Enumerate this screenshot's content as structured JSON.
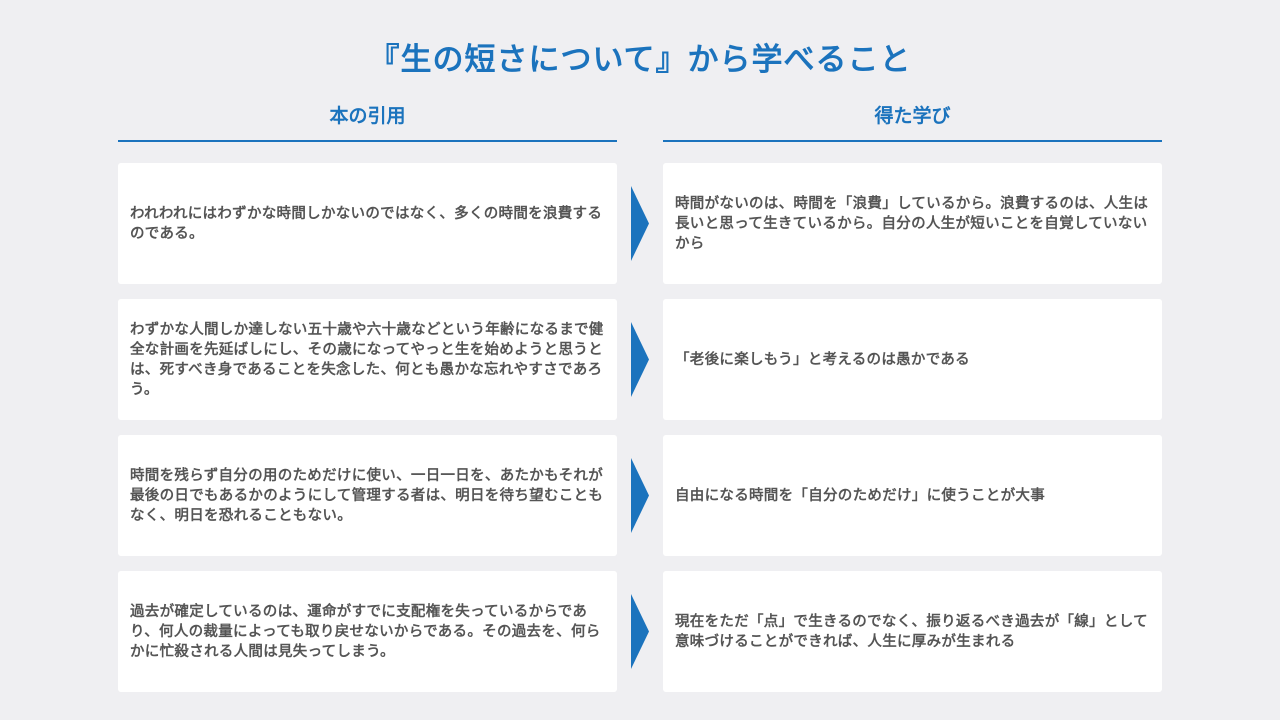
{
  "title": "『生の短さについて』から学べること",
  "headers": {
    "left": "本の引用",
    "right": "得た学び"
  },
  "colors": {
    "accent": "#1b73bd",
    "background": "#efeff2",
    "card": "#ffffff",
    "text": "#555555"
  },
  "rows": [
    {
      "quote": "われわれにはわずかな時間しかないのではなく、多くの時間を浪費するのである。",
      "lesson": "時間がないのは、時間を「浪費」しているから。浪費するのは、人生は長いと思って生きているから。自分の人生が短いことを自覚していないから"
    },
    {
      "quote": "わずかな人間しか達しない五十歳や六十歳などという年齢になるまで健全な計画を先延ばしにし、その歳になってやっと生を始めようと思うとは、死すべき身であることを失念した、何とも愚かな忘れやすさであろう。",
      "lesson": "「老後に楽しもう」と考えるのは愚かである"
    },
    {
      "quote": "時間を残らず自分の用のためだけに使い、一日一日を、あたかもそれが最後の日でもあるかのようにして管理する者は、明日を待ち望むこともなく、明日を恐れることもない。",
      "lesson": "自由になる時間を「自分のためだけ」に使うことが大事"
    },
    {
      "quote": "過去が確定しているのは、運命がすでに支配権を失っているからであり、何人の裁量によっても取り戻せないからである。その過去を、何らかに忙殺される人間は見失ってしまう。",
      "lesson": "現在をただ「点」で生きるのでなく、振り返るべき過去が「線」として意味づけることができれば、人生に厚みが生まれる"
    }
  ]
}
